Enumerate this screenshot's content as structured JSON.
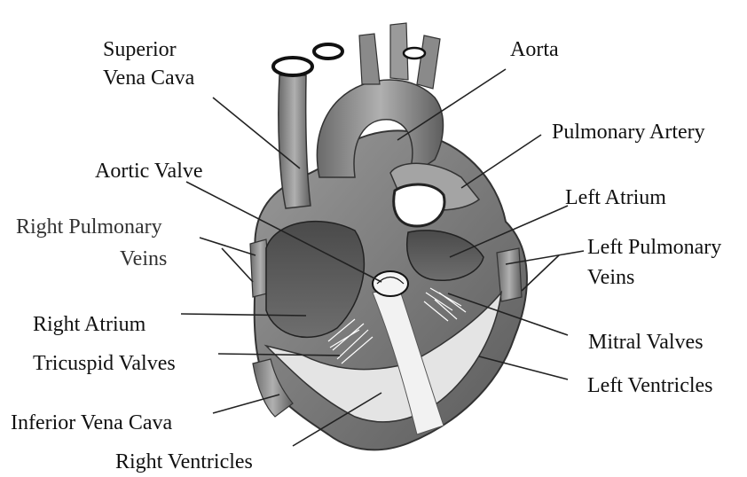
{
  "diagram": {
    "labels": {
      "superior_vena_cava_line1": "Superior",
      "superior_vena_cava_line2": "Vena Cava",
      "aorta": "Aorta",
      "pulmonary_artery": "Pulmonary Artery",
      "aortic_valve": "Aortic Valve",
      "left_atrium": "Left Atrium",
      "right_pulmonary_veins_line1": "Right Pulmonary",
      "right_pulmonary_veins_line2": "Veins",
      "left_pulmonary_veins_line1": "Left Pulmonary",
      "left_pulmonary_veins_line2": "Veins",
      "right_atrium": "Right Atrium",
      "tricuspid_valves": "Tricuspid Valves",
      "mitral_valves": "Mitral Valves",
      "left_ventricles": "Left Ventricles",
      "inferior_vena_cava": "Inferior Vena Cava",
      "right_ventricles": "Right Ventricles"
    },
    "colors": {
      "background": "#ffffff",
      "text": "#111111",
      "illustration_dark": "#3a3a3a",
      "illustration_mid": "#8a8a8a",
      "illustration_light": "#d8d8d8"
    }
  }
}
